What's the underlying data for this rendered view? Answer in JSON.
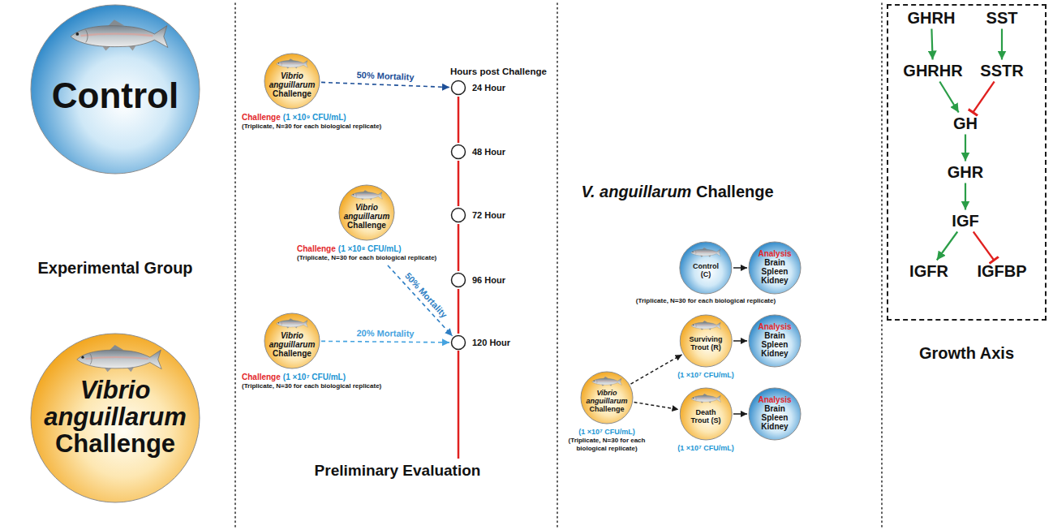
{
  "diagram": {
    "nodes": [
      {
        "text": [
          "Control"
        ]
      },
      {
        "text": [
          "Vibrio anguillarum",
          "Challenge"
        ]
      },
      {
        "text": [
          "Vibrio anguillarum",
          "Challenge",
          "Challenge",
          "(1 ×10⁹ CFU/mL)",
          "(Triplicate, N=30 for each biological replicate)"
        ]
      },
      {
        "text": [
          "Vibrio anguillarum",
          "Challenge",
          "Challenge",
          "(1 ×10⁸ CFU/mL)",
          "(Triplicate, N=30 for each biological replicate)"
        ]
      },
      {
        "text": [
          "Vibrio anguillarum",
          "Challenge",
          "Challenge",
          "(1 ×10⁷ CFU/mL)",
          "(Triplicate, N=30 for each biological replicate)"
        ]
      },
      {
        "text": [
          "24 Hour"
        ]
      },
      {
        "text": [
          "48 Hour"
        ]
      },
      {
        "text": [
          "72 Hour"
        ]
      },
      {
        "text": [
          "96 Hour"
        ]
      },
      {
        "text": [
          "120 Hour"
        ]
      },
      {
        "text": [
          "Control (C)",
          "(Triplicate, N=30 for each biological replicate)"
        ]
      },
      {
        "text": [
          "Analysis",
          "Brain Spleen Kidney"
        ]
      },
      {
        "text": [
          "Vibrio anguillarum",
          "Challenge",
          "(1 ×10⁷ CFU/mL)",
          "(Triplicate, N=30 for each biological replicate)"
        ]
      },
      {
        "text": [
          "Surviving Trout (R)",
          "(1 ×10⁷ CFU/mL)"
        ]
      },
      {
        "text": [
          "Analysis",
          "Brain Spleen Kidney"
        ]
      },
      {
        "text": [
          "Death Trout (S)",
          "(1 ×10⁷ CFU/mL)"
        ]
      },
      {
        "text": [
          "Analysis",
          "Brain Spleen Kidney"
        ]
      },
      {
        "text": [
          "Growth Axis"
        ]
      },
      {
        "text": [
          "GHRH"
        ],
        "in": 17
      },
      {
        "text": [
          "SST"
        ],
        "in": 17
      },
      {
        "text": [
          "GHRHR"
        ],
        "in": 17
      },
      {
        "text": [
          "SSTR"
        ],
        "in": 17
      },
      {
        "text": [
          "GH"
        ],
        "in": 17
      },
      {
        "text": [
          "GHR"
        ],
        "in": 17
      },
      {
        "text": [
          "IGF"
        ],
        "in": 17
      },
      {
        "text": [
          "IGFR"
        ],
        "in": 17
      },
      {
        "text": [
          "IGFBP"
        ],
        "in": 17
      }
    ],
    "edges": [
      {
        "from": 2,
        "to": 5,
        "arrow": "to",
        "label": "50% Mortality"
      },
      {
        "from": 3,
        "to": 9,
        "arrow": "to",
        "label": "50% Mortality"
      },
      {
        "from": 4,
        "to": 9,
        "arrow": "to",
        "label": "20% Mortality"
      },
      {
        "from": 5,
        "to": 6,
        "arrow": "none"
      },
      {
        "from": 6,
        "to": 7,
        "arrow": "none"
      },
      {
        "from": 7,
        "to": 8,
        "arrow": "none"
      },
      {
        "from": 8,
        "to": 9,
        "arrow": "none"
      },
      {
        "from": 10,
        "to": 11,
        "arrow": "to"
      },
      {
        "from": 12,
        "to": 13,
        "arrow": "to"
      },
      {
        "from": 12,
        "to": 15,
        "arrow": "to"
      },
      {
        "from": 13,
        "to": 14,
        "arrow": "to"
      },
      {
        "from": 15,
        "to": 16,
        "arrow": "to"
      },
      {
        "from": 18,
        "to": 20,
        "arrow": "to"
      },
      {
        "from": 19,
        "to": 21,
        "arrow": "to"
      },
      {
        "from": 20,
        "to": 22,
        "arrow": "to"
      },
      {
        "from": 21,
        "to": 22,
        "arrow": "to"
      },
      {
        "from": 22,
        "to": 23,
        "arrow": "to"
      },
      {
        "from": 23,
        "to": 24,
        "arrow": "to"
      },
      {
        "from": 24,
        "to": 25,
        "arrow": "to"
      },
      {
        "from": 24,
        "to": 26,
        "arrow": "to"
      }
    ],
    "labels": [
      "Experimental Group",
      "Hours post Challenge",
      "Preliminary Evaluation",
      "V. anguillarum",
      "Challenge"
    ]
  }
}
